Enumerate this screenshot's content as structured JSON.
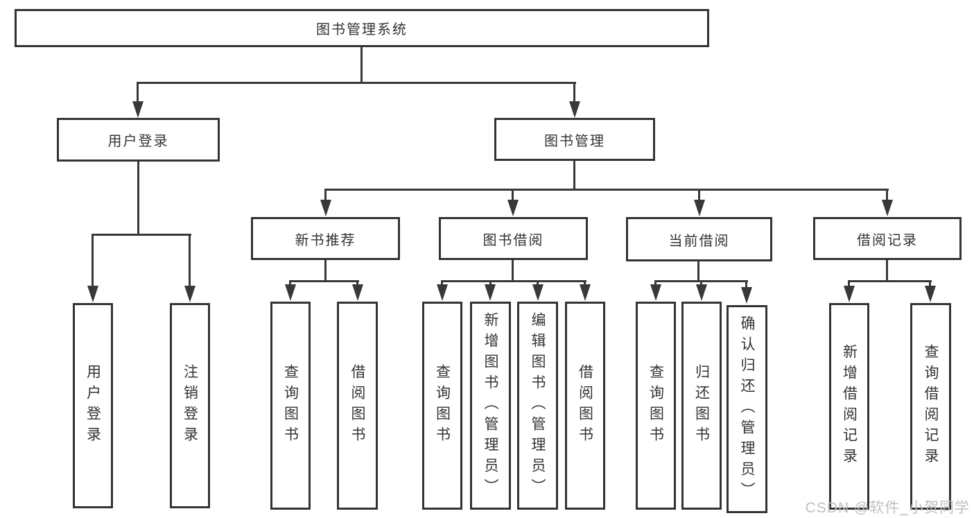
{
  "tree": {
    "label": "图书管理系统",
    "children": [
      {
        "label": "用户登录",
        "children": [
          {
            "label": "用户登录"
          },
          {
            "label": "注销登录"
          }
        ]
      },
      {
        "label": "图书管理",
        "children": [
          {
            "label": "新书推荐",
            "children": [
              {
                "label": "查询图书"
              },
              {
                "label": "借阅图书"
              }
            ]
          },
          {
            "label": "图书借阅",
            "children": [
              {
                "label": "查询图书"
              },
              {
                "label": "新增图书（管理员）"
              },
              {
                "label": "编辑图书（管理员）"
              },
              {
                "label": "借阅图书"
              }
            ]
          },
          {
            "label": "当前借阅",
            "children": [
              {
                "label": "查询图书"
              },
              {
                "label": "归还图书"
              },
              {
                "label": "确认归还（管理员）"
              }
            ]
          },
          {
            "label": "借阅记录",
            "children": [
              {
                "label": "新增借阅记录"
              },
              {
                "label": "查询借阅记录"
              }
            ]
          }
        ]
      }
    ]
  },
  "watermark": {
    "text": "CSDN @软件_小贺同学"
  },
  "colors": {
    "line": "#383838",
    "box_border": "#333333",
    "text": "#333333",
    "watermark": "#bfbfbf",
    "background": "#ffffff"
  }
}
